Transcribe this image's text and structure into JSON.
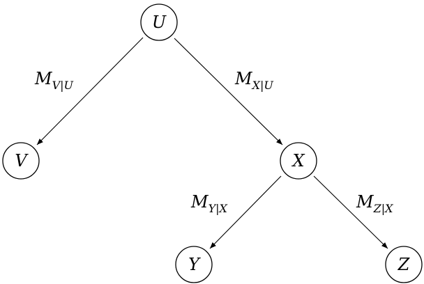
{
  "diagram": {
    "nodes": {
      "U": {
        "label": "U"
      },
      "V": {
        "label": "V"
      },
      "X": {
        "label": "X"
      },
      "Y": {
        "label": "Y"
      },
      "Z": {
        "label": "Z"
      }
    },
    "edges": {
      "UV": {
        "main": "M",
        "sub": "V|U"
      },
      "UX": {
        "main": "M",
        "sub": "X|U"
      },
      "XY": {
        "main": "M",
        "sub": "Y|X"
      },
      "XZ": {
        "main": "M",
        "sub": "Z|X"
      }
    }
  }
}
